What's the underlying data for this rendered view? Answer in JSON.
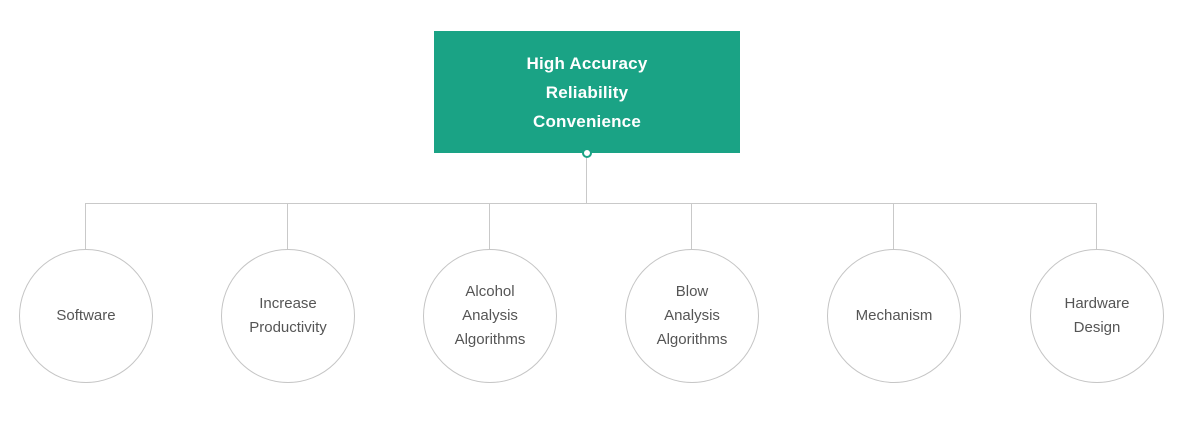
{
  "diagram": {
    "root": {
      "label": "High Accuracy\nReliability\nConvenience"
    },
    "nodes": [
      {
        "label": "Software"
      },
      {
        "label": "Increase\nProductivity"
      },
      {
        "label": "Alcohol\nAnalysis\nAlgorithms"
      },
      {
        "label": "Blow\nAnalysis\nAlgorithms"
      },
      {
        "label": "Mechanism"
      },
      {
        "label": "Hardware\nDesign"
      }
    ],
    "colors": {
      "accent": "#1aa385",
      "line": "#c9c9c9",
      "circle_border": "#c5c5c5",
      "node_text": "#555555",
      "root_text": "#ffffff"
    }
  }
}
